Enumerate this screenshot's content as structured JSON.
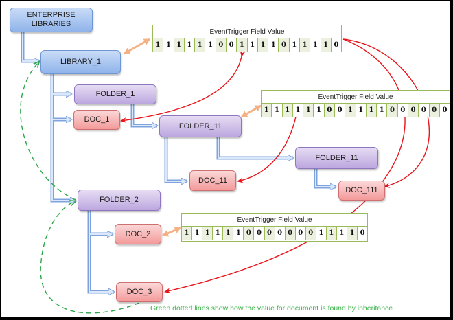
{
  "diagram": {
    "nodes": {
      "enterprise_libraries": {
        "label": "ENTERPRISE\nLIBRARIES",
        "line1": "ENTERPRISE",
        "line2": "LIBRARIES",
        "type": "library"
      },
      "library_1": {
        "label": "LIBRARY_1",
        "type": "library"
      },
      "folder_1": {
        "label": "FOLDER_1",
        "type": "folder"
      },
      "doc_1": {
        "label": "DOC_1",
        "type": "document"
      },
      "folder_11_a": {
        "label": "FOLDER_11",
        "type": "folder"
      },
      "doc_11": {
        "label": "DOC_11",
        "type": "document"
      },
      "folder_11_b": {
        "label": "FOLDER_11",
        "type": "folder"
      },
      "doc_111": {
        "label": "DOC_111",
        "type": "document"
      },
      "folder_2": {
        "label": "FOLDER_2",
        "type": "folder"
      },
      "doc_2": {
        "label": "DOC_2",
        "type": "document"
      },
      "doc_3": {
        "label": "DOC_3",
        "type": "document"
      }
    },
    "field_tables": [
      {
        "id": "library_1_value",
        "title": "EventTrigger Field Value",
        "attached_to": "LIBRARY_1",
        "bits": [
          1,
          1,
          1,
          1,
          1,
          1,
          0,
          0,
          1,
          1,
          1,
          1,
          0,
          1,
          1,
          1,
          1,
          0
        ]
      },
      {
        "id": "folder_11_value",
        "title": "EventTrigger Field Value",
        "attached_to": "FOLDER_11",
        "bits": [
          1,
          1,
          1,
          1,
          1,
          1,
          0,
          0,
          1,
          1,
          1,
          1,
          0,
          0,
          0,
          0,
          0,
          0
        ]
      },
      {
        "id": "doc_2_value",
        "title": "EventTrigger Field Value",
        "attached_to": "DOC_2",
        "bits": [
          1,
          1,
          1,
          1,
          1,
          1,
          0,
          0,
          0,
          0,
          0,
          0,
          0,
          1,
          1,
          1,
          1,
          0
        ]
      }
    ],
    "hierarchy_edges": [
      [
        "ENTERPRISE LIBRARIES",
        "LIBRARY_1"
      ],
      [
        "LIBRARY_1",
        "FOLDER_1"
      ],
      [
        "LIBRARY_1",
        "DOC_1"
      ],
      [
        "LIBRARY_1",
        "FOLDER_2"
      ],
      [
        "FOLDER_1",
        "FOLDER_11"
      ],
      [
        "FOLDER_11",
        "DOC_11"
      ],
      [
        "FOLDER_11",
        "FOLDER_11 (child)"
      ],
      [
        "FOLDER_11 (child)",
        "DOC_111"
      ],
      [
        "FOLDER_2",
        "DOC_2"
      ],
      [
        "FOLDER_2",
        "DOC_3"
      ]
    ],
    "value_links": [
      {
        "from": "LIBRARY_1 value",
        "to": "DOC_1"
      },
      {
        "from": "LIBRARY_1 value",
        "to": "DOC_111"
      },
      {
        "from": "LIBRARY_1 value",
        "to": "DOC_3"
      },
      {
        "from": "FOLDER_11 value",
        "to": "DOC_11"
      }
    ],
    "inheritance_links": [
      {
        "from": "DOC_3",
        "to": "FOLDER_2"
      },
      {
        "from": "FOLDER_2",
        "to": "LIBRARY_1"
      }
    ],
    "colors": {
      "hierarchy_arrow": "#8fb3ea",
      "value_link": "#e8141a",
      "attach_link": "#f4b183",
      "inheritance_link": "#2aa748",
      "table_border": "#9bbb59",
      "table_shade": "#ebf1de"
    },
    "note": "Green dotted lines show how the value for document is found by inheritance"
  }
}
